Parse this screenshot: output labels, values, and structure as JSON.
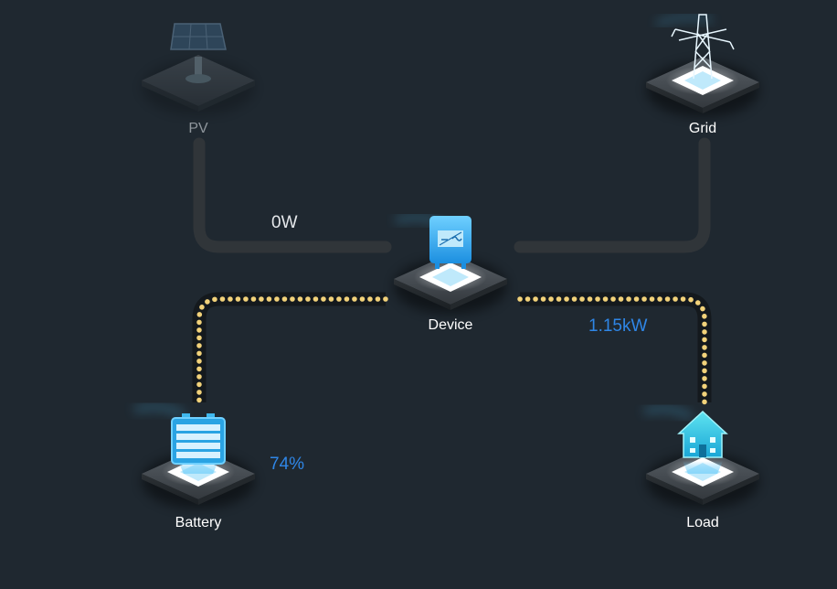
{
  "nodes": {
    "pv": {
      "label": "PV",
      "icon": "solar-panel-icon"
    },
    "grid": {
      "label": "Grid",
      "icon": "transmission-tower-icon"
    },
    "device": {
      "label": "Device",
      "icon": "inverter-icon"
    },
    "battery": {
      "label": "Battery",
      "icon": "battery-icon"
    },
    "load": {
      "label": "Load",
      "icon": "house-icon"
    }
  },
  "flows": {
    "pv_power": "0W",
    "load_power": "1.15kW",
    "battery_soc": "74%",
    "battery_soc_fraction": 0.74
  },
  "colors": {
    "background": "#1f2830",
    "line": "#303539",
    "active_dot": "#f2d27a",
    "accent": "#2f86e6",
    "glow": "#4fc3f7"
  }
}
